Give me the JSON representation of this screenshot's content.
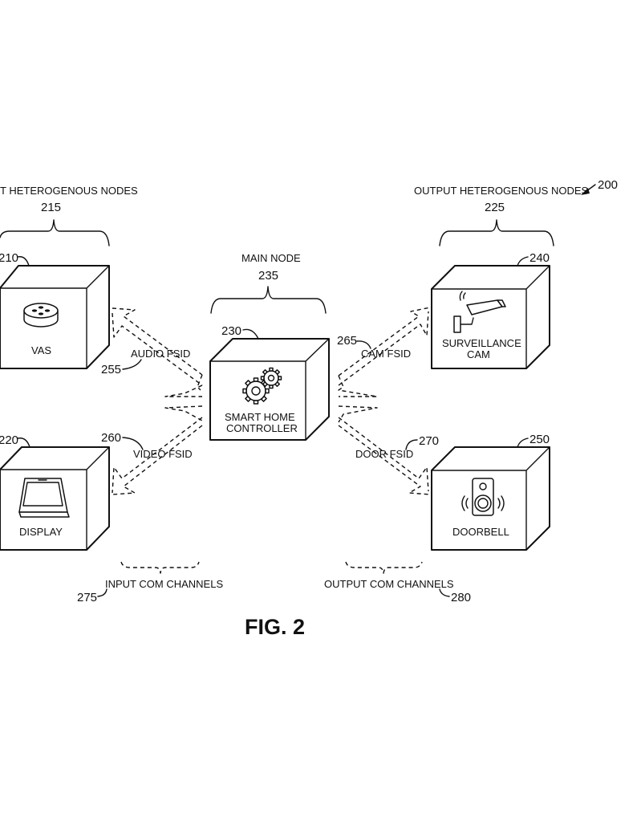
{
  "figure": {
    "ref_number": "200",
    "caption": "FIG. 2"
  },
  "groups": {
    "input_nodes": {
      "label": "T HETEROGENOUS NODES",
      "ref": "215"
    },
    "output_nodes": {
      "label": "OUTPUT HETEROGENOUS NODES",
      "ref": "225"
    },
    "main_node": {
      "label": "MAIN NODE",
      "ref": "235"
    }
  },
  "nodes": {
    "vas": {
      "label": "VAS",
      "ref": "210",
      "icon": "speaker-icon"
    },
    "display": {
      "label": "DISPLAY",
      "ref": "220",
      "icon": "display-icon"
    },
    "controller": {
      "label_line1": "SMART HOME",
      "label_line2": "CONTROLLER",
      "ref": "230",
      "icon": "gears-icon"
    },
    "surveillance": {
      "label_line1": "SURVEILLANCE",
      "label_line2": "CAM",
      "ref": "240",
      "icon": "camera-icon"
    },
    "doorbell": {
      "label": "DOORBELL",
      "ref": "250",
      "icon": "doorbell-icon"
    }
  },
  "channels": {
    "audio": {
      "label": "AUDIO FSID",
      "ref": "255"
    },
    "video": {
      "label": "VIDEO FSID",
      "ref": "260"
    },
    "cam": {
      "label": "CAM FSID",
      "ref": "265"
    },
    "door": {
      "label": "DOOR FSID",
      "ref": "270"
    }
  },
  "com_channels": {
    "input": {
      "label": "INPUT COM CHANNELS",
      "ref": "275"
    },
    "output": {
      "label": "OUTPUT COM CHANNELS",
      "ref": "280"
    }
  }
}
